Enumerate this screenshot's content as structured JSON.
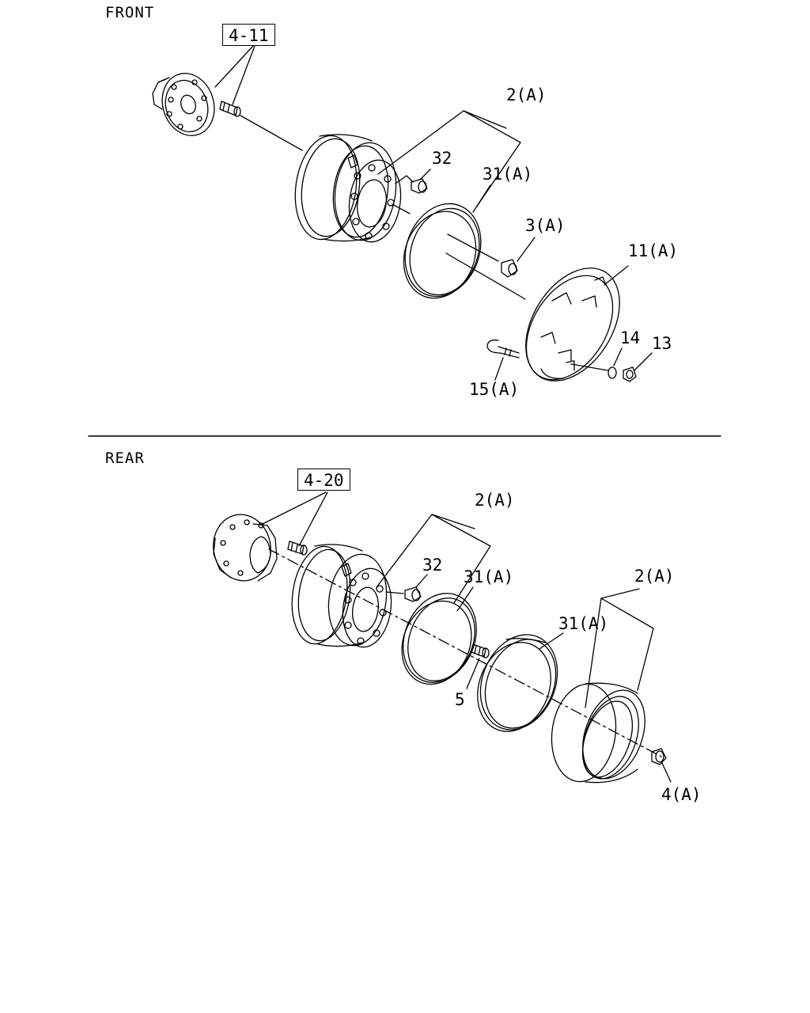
{
  "sections": {
    "front": "FRONT",
    "rear": "REAR"
  },
  "refs": {
    "front_ref": "4-11",
    "rear_ref": "4-20"
  },
  "front_labels": {
    "wheel_2": "2(A)",
    "nut_32": "32",
    "ring_31": "31(A)",
    "nut_3": "3(A)",
    "cover_11": "11(A)",
    "washer_14": "14",
    "nut_13": "13",
    "bolt_15": "15(A)"
  },
  "rear_labels": {
    "inner_wheel_2": "2(A)",
    "nut_32": "32",
    "inner_ring_31": "31(A)",
    "outer_wheel_2": "2(A)",
    "outer_ring_31": "31(A)",
    "stud_5": "5",
    "nut_4": "4(A)"
  },
  "colors": {
    "ink": "#000000",
    "paper": "#ffffff"
  }
}
